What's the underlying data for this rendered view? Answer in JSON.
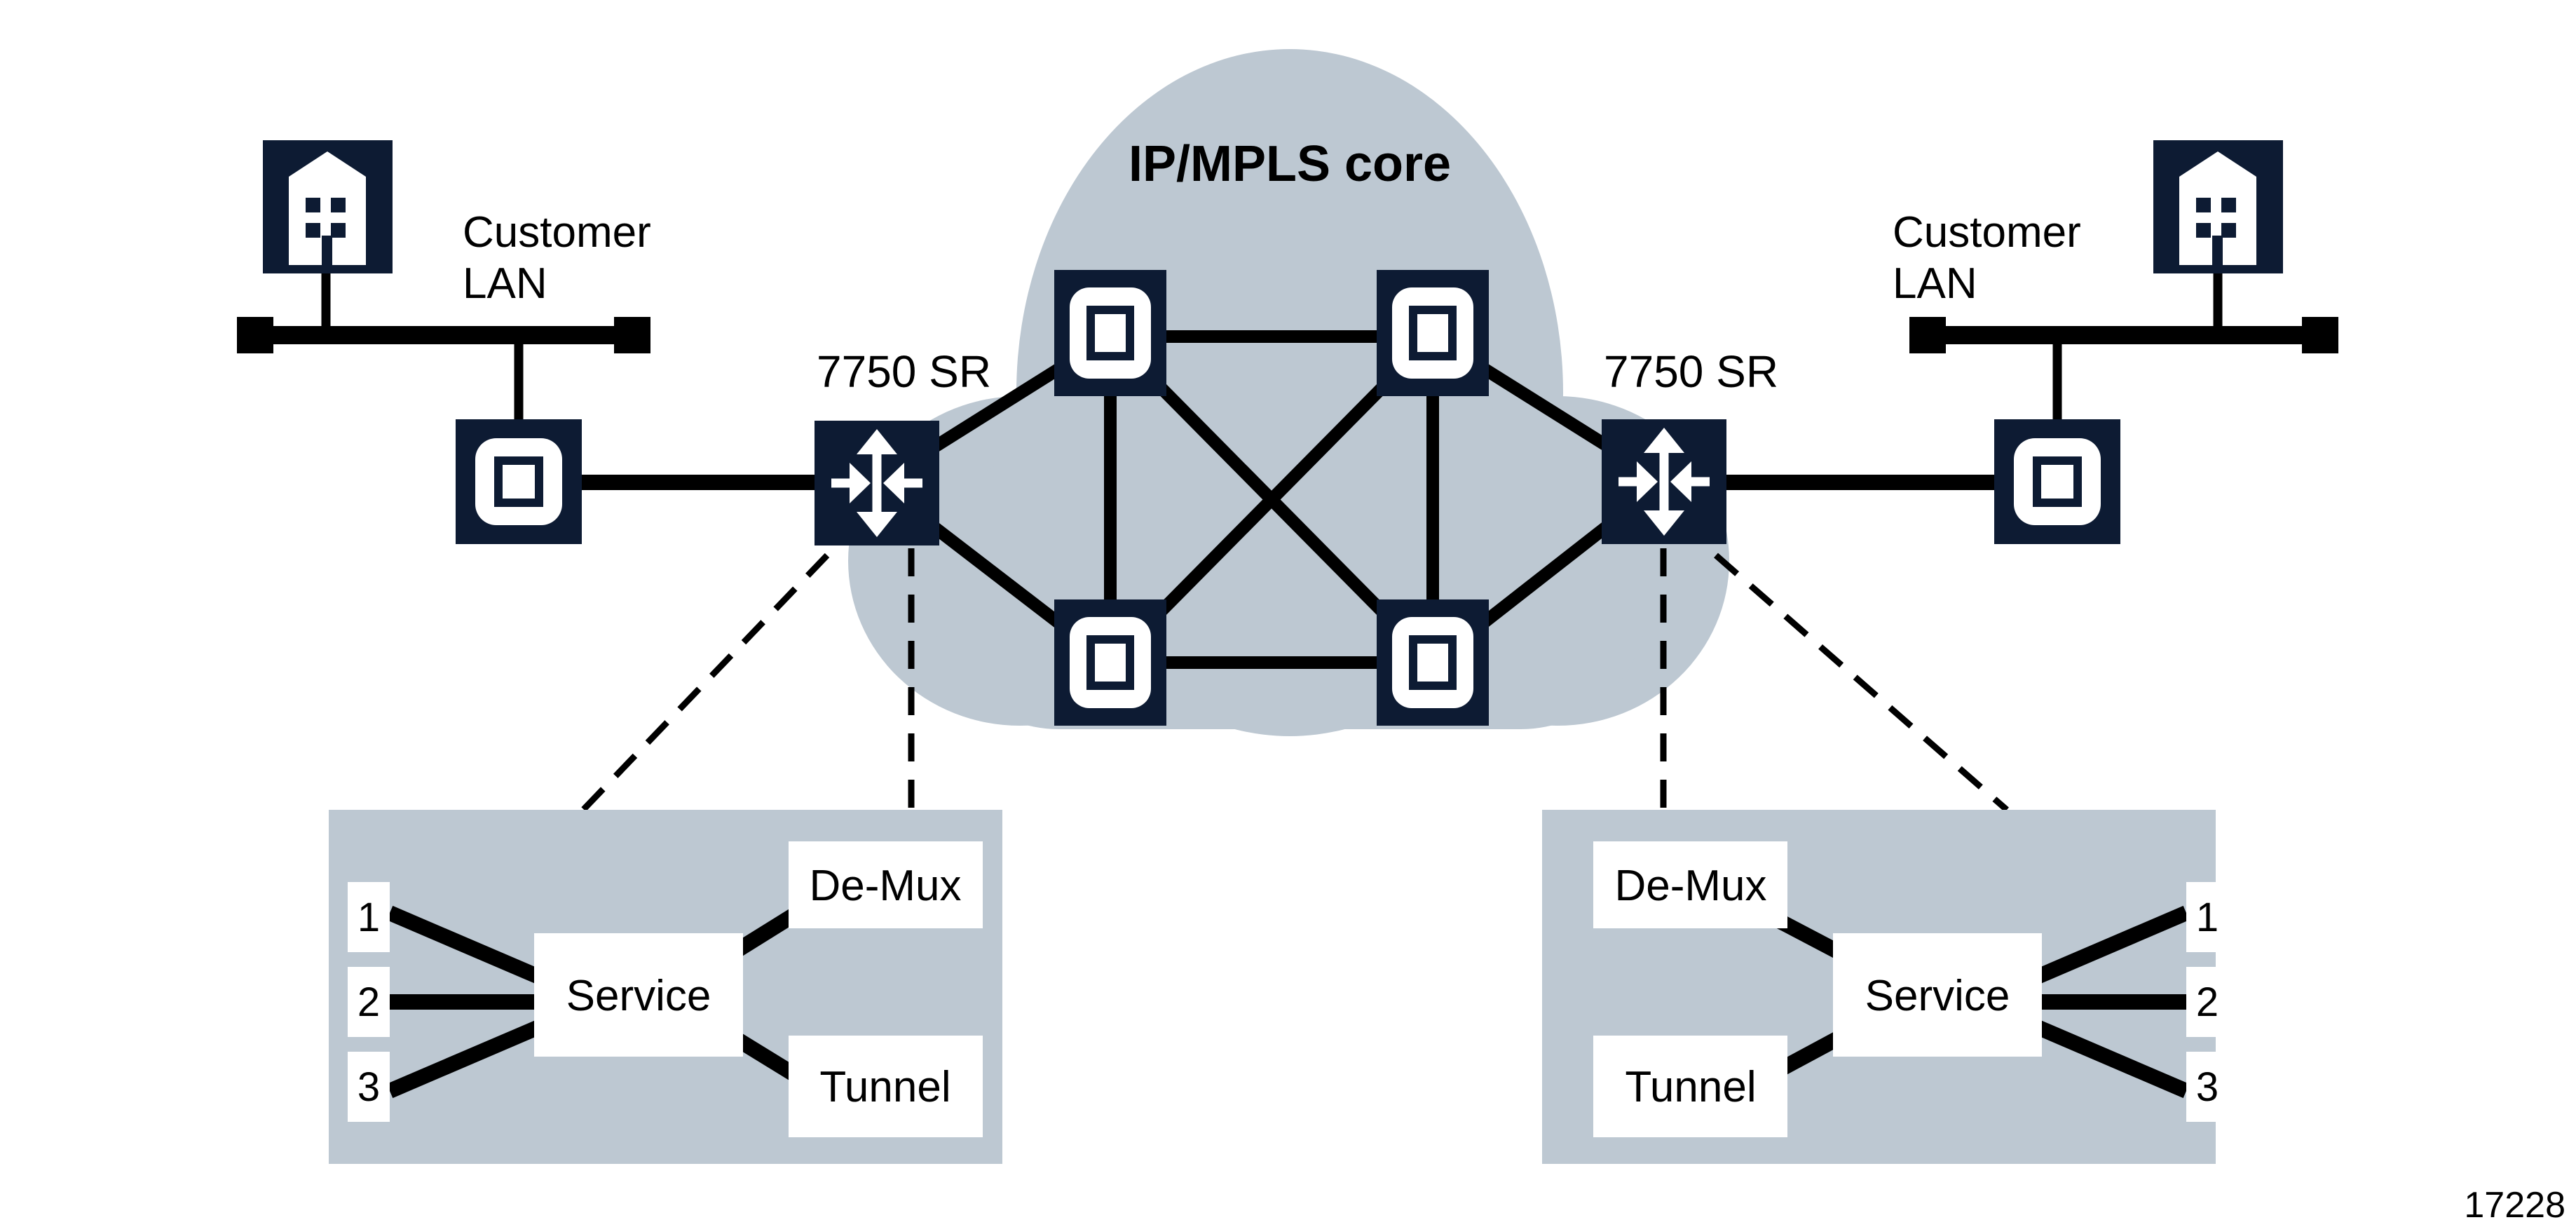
{
  "colors": {
    "navy": "#0d1b33",
    "cloud": "#bdc8d2",
    "ink": "#000000",
    "paper": "#ffffff"
  },
  "cloud": {
    "label": "IP/MPLS core"
  },
  "figure_number": "17228",
  "left": {
    "lan_line1": "Customer",
    "lan_line2": "LAN",
    "router_label": "7750 SR",
    "panel": {
      "ports": [
        "1",
        "2",
        "3"
      ],
      "service": "Service",
      "demux": "De-Mux",
      "tunnel": "Tunnel"
    }
  },
  "right": {
    "lan_line1": "Customer",
    "lan_line2": "LAN",
    "router_label": "7750 SR",
    "panel": {
      "ports": [
        "1",
        "2",
        "3"
      ],
      "service": "Service",
      "demux": "De-Mux",
      "tunnel": "Tunnel"
    }
  },
  "icons": {
    "building-icon": "office building glyph on navy tile",
    "router-icon": "four-way arrows glyph on navy tile (7750 SR)",
    "core-node-icon": "rounded white square with port outline on navy tile",
    "switch-icon": "rounded white square with port outline on navy tile",
    "lan-terminator-icon": "solid black square LAN bus end"
  }
}
